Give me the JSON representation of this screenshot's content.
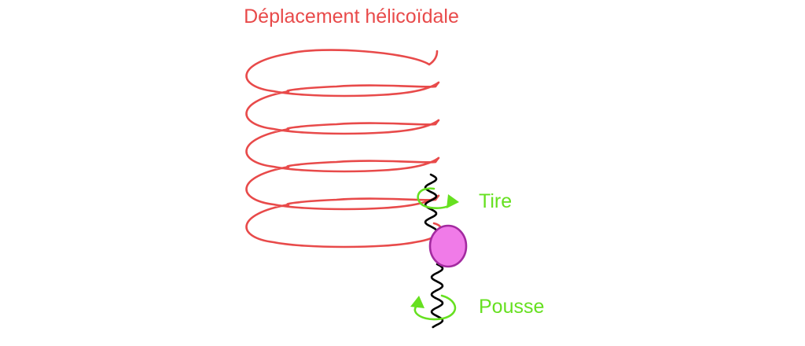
{
  "diagram": {
    "title": "Déplacement hélicoïdale",
    "labels": {
      "pull": "Tire",
      "push": "Pousse"
    },
    "colors": {
      "title": "#e84a4a",
      "helix": "#e84a4a",
      "arrows": "#66e020",
      "labels": "#66e020",
      "ball_fill": "#f07be8",
      "ball_stroke": "#a32aa0",
      "flagellum": "#000000"
    },
    "helix_turns": 5
  }
}
